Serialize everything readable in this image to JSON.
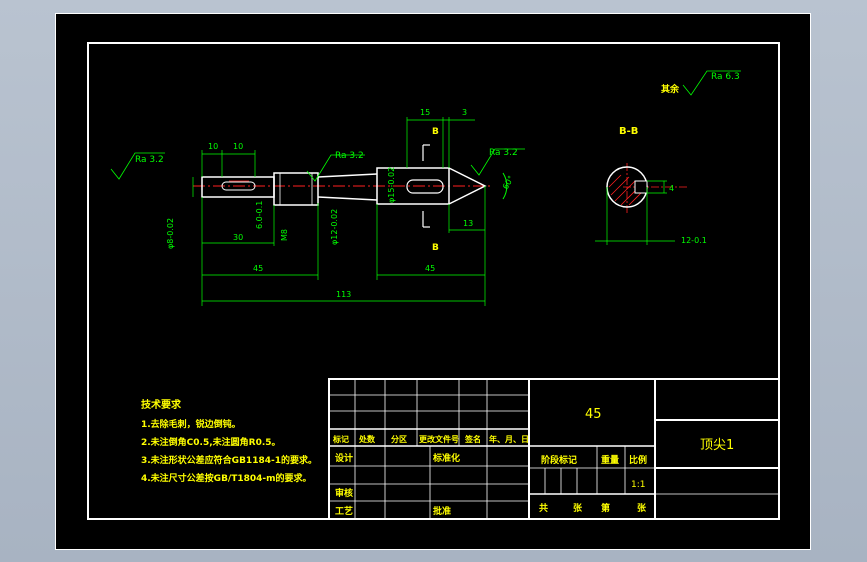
{
  "surface_roughness": {
    "other_label": "其余",
    "ra_main": "Ra 6.3",
    "ra_left": "Ra 3.2",
    "ra_mid": "Ra 3.2",
    "ra_right": "Ra 3.2"
  },
  "dimensions": {
    "d10a": "10",
    "d10b": "10",
    "d15": "15",
    "d3": "3",
    "d30": "30",
    "d45a": "45",
    "d45b": "45",
    "d113": "113",
    "d13": "13",
    "d60": "60°",
    "phi_left": "φ8-0.02",
    "phi_slot": "6.0-0.1",
    "m_thread": "M8",
    "phi_mid": "φ12-0.02",
    "phi_right": "φ15-0.02",
    "sect_4": "4",
    "sect_12": "12-0.1"
  },
  "section": {
    "label": "B-B",
    "cut_top": "B",
    "cut_bottom": "B"
  },
  "notes": {
    "title": "技术要求",
    "items": [
      "1.去除毛刺，锐边倒钝。",
      "2.未注倒角C0.5,未注圆角R0.5。",
      "3.未注形状公差应符合GB1184-1的要求。",
      "4.未注尺寸公差按GB/T1804-m的要求。"
    ]
  },
  "title_block": {
    "material": "45",
    "part_name": "顶尖1",
    "rev_headers": [
      "标记",
      "处数",
      "分区",
      "更改文件号",
      "签名",
      "年、月、日"
    ],
    "design": "设计",
    "standardize": "标准化",
    "check": "审核",
    "process": "工艺",
    "approve": "批准",
    "stage_mark": "阶段标记",
    "weight": "重量",
    "scale": "比例",
    "scale_value": "1:1",
    "total": "共",
    "sheets": "张",
    "sheet_no": "第",
    "sheet_unit": "张"
  },
  "colors": {
    "frame": "#ffffff",
    "dimension": "#00ff00",
    "centerline": "#ff2020",
    "text": "#ffff00"
  }
}
